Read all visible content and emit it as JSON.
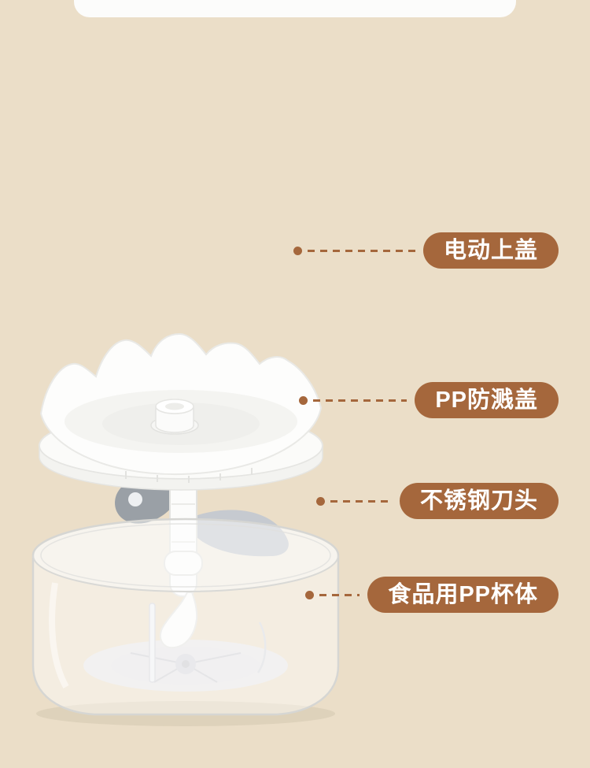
{
  "page": {
    "background": "#EBDEC8",
    "accent": "#A5673C",
    "pill_text_color": "#FFFFFF"
  },
  "callouts": [
    {
      "label": "电动上盖"
    },
    {
      "label": "PP防溅盖"
    },
    {
      "label": "不锈钢刀头"
    },
    {
      "label": "食品用PP杯体"
    }
  ]
}
